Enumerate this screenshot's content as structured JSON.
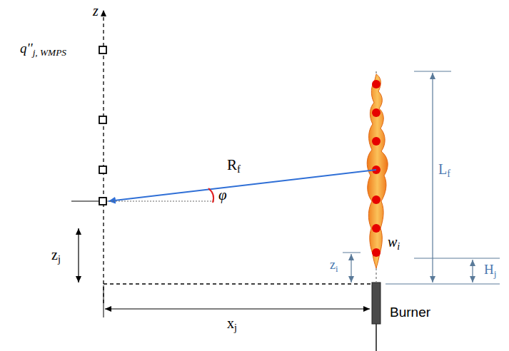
{
  "diagram": {
    "labels": [
      "z",
      "q''j, WMPS",
      "Rf",
      "φ",
      "Lf",
      "zj",
      "wi",
      "zi",
      "Hj",
      "xj",
      "Burner"
    ]
  }
}
